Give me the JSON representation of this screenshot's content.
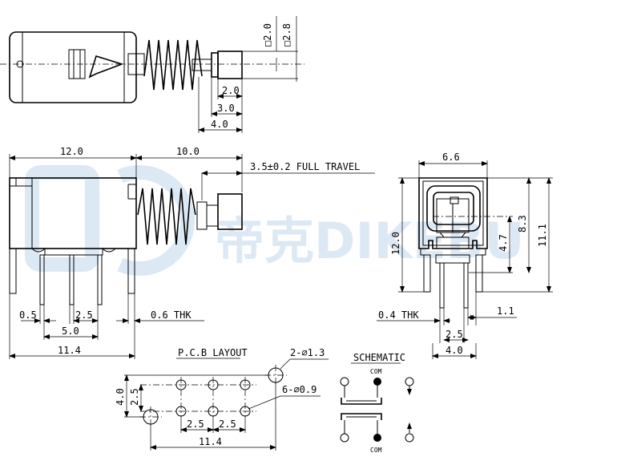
{
  "watermark": {
    "text": "帝克DIKEBU"
  },
  "top_view": {
    "dims": [
      "2.0",
      "3.0",
      "4.0"
    ],
    "stem_squares": [
      "□2.0",
      "□2.8"
    ]
  },
  "front_view": {
    "dims": {
      "body_length": "12.0",
      "stem_length": "10.0",
      "pin_width": "0.5",
      "pin_pitch": "2.5",
      "pin_span": "5.0",
      "total_width": "11.4"
    },
    "travel_note": "3.5±0.2 FULL TRAVEL",
    "thickness_note": "0.6 THK"
  },
  "side_view": {
    "dims": {
      "width": "6.6",
      "body_height": "12.0",
      "h1": "4.7",
      "h2": "8.3",
      "h3": "11.1",
      "gap": "1.1",
      "pitch": "2.5",
      "span": "4.0"
    },
    "thickness_note": "0.4 THK"
  },
  "pcb_layout": {
    "title": "P.C.B LAYOUT",
    "mount_holes": "2-∅1.3",
    "pin_holes": "6-∅0.9",
    "dims": {
      "height": "4.0",
      "row_pitch": "2.5",
      "col_pitch_a": "2.5",
      "col_pitch_b": "2.5",
      "total_width": "11.4"
    }
  },
  "schematic": {
    "title": "SCHEMATIC",
    "com_labels": [
      "COM",
      "COM"
    ]
  }
}
